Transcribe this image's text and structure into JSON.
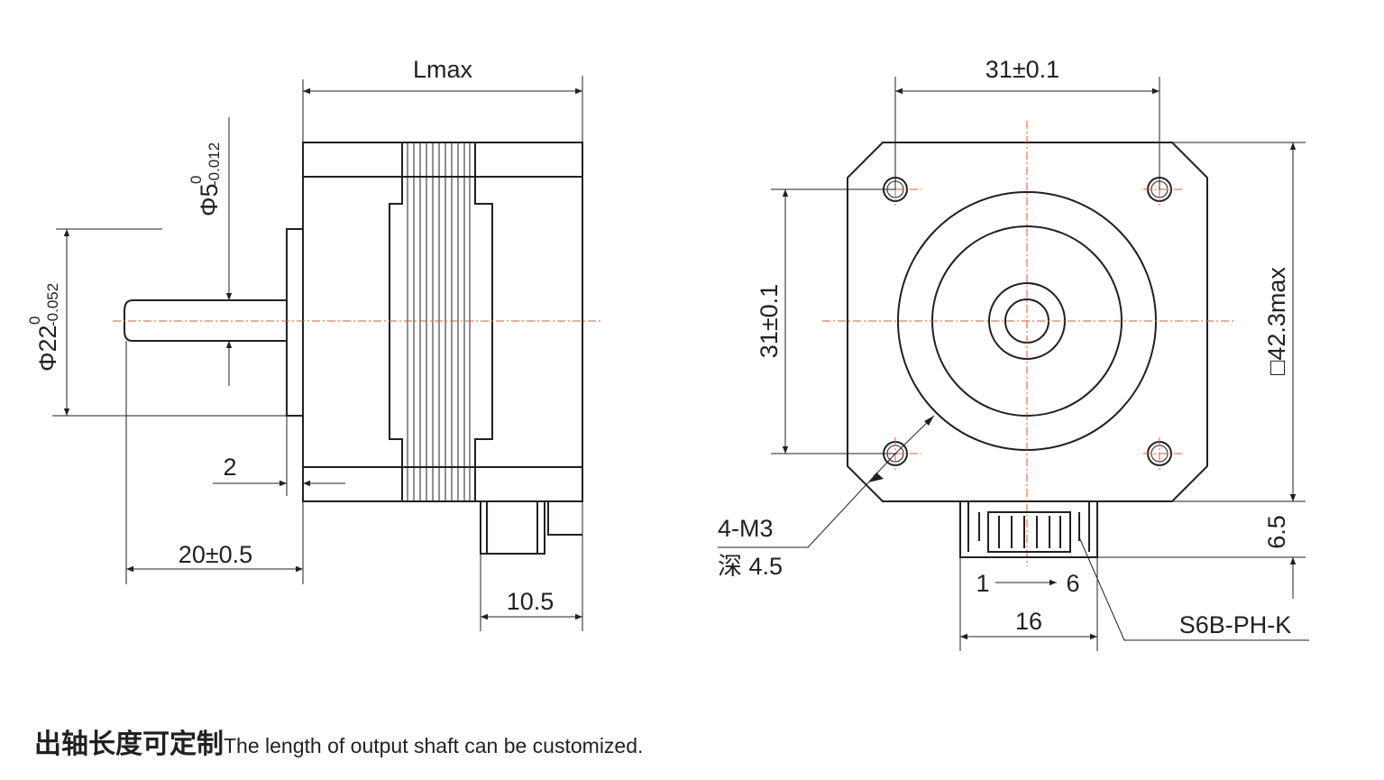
{
  "labels": {
    "length_max": "Lmax",
    "shaft_dia": "Φ5",
    "shaft_tol_upper": "0",
    "shaft_tol_lower": "-0.012",
    "boss_dia": "Φ22",
    "boss_tol_upper": "0",
    "boss_tol_lower": "-0.052",
    "boss_height": "2",
    "shaft_length": "20±0.5",
    "connector_offset": "10.5",
    "hole_spacing_h": "31±0.1",
    "hole_spacing_v": "31±0.1",
    "body_square": "□42.3max",
    "connector_height": "6.5",
    "connector_width": "16",
    "pin_first": "1",
    "pin_last": "6",
    "connector_model": "S6B-PH-K",
    "mount_holes": "4-M3",
    "hole_depth": "深 4.5"
  },
  "footnote": {
    "zh": "出轴长度可定制",
    "en": "The length of output shaft can be customized."
  }
}
